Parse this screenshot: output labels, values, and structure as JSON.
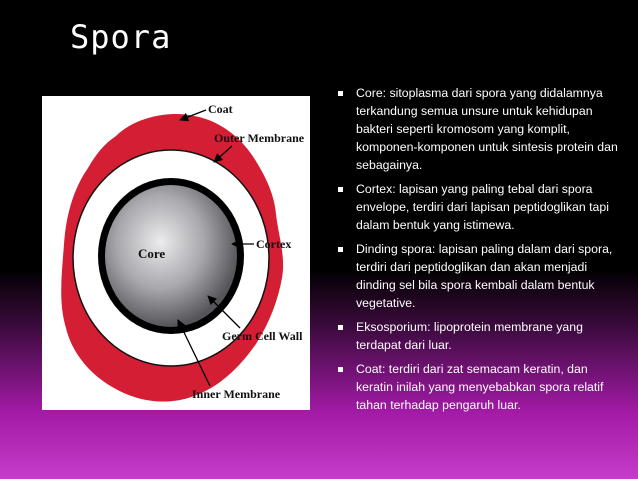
{
  "slide": {
    "title": "Spora"
  },
  "diagram": {
    "labels": {
      "coat": "Coat",
      "outer_membrane": "Outer Membrane",
      "core": "Core",
      "cortex": "Cortex",
      "germ_cell_wall": "Germ Cell Wall",
      "inner_membrane": "Inner Membrane"
    },
    "colors": {
      "coat": "#d41e34",
      "core_center": "#e6e6e8",
      "core_edge": "#5b5b60",
      "cortex": "#ffffff"
    }
  },
  "bullets": [
    "Core: sitoplasma dari spora yang didalamnya terkandung semua unsure untuk kehidupan bakteri seperti kromosom yang komplit, komponen-komponen untuk sintesis protein dan sebagainya.",
    "Cortex: lapisan yang paling tebal dari spora envelope, terdiri dari lapisan peptidoglikan tapi dalam bentuk yang istimewa.",
    "Dinding spora: lapisan paling dalam dari spora, terdiri dari peptidoglikan dan akan menjadi dinding sel bila spora kembali dalam bentuk vegetative.",
    "Eksosporium: lipoprotein membrane yang terdapat dari luar.",
    "Coat: terdiri dari zat semacam keratin, dan keratin inilah yang menyebabkan spora relatif tahan terhadap pengaruh luar."
  ]
}
